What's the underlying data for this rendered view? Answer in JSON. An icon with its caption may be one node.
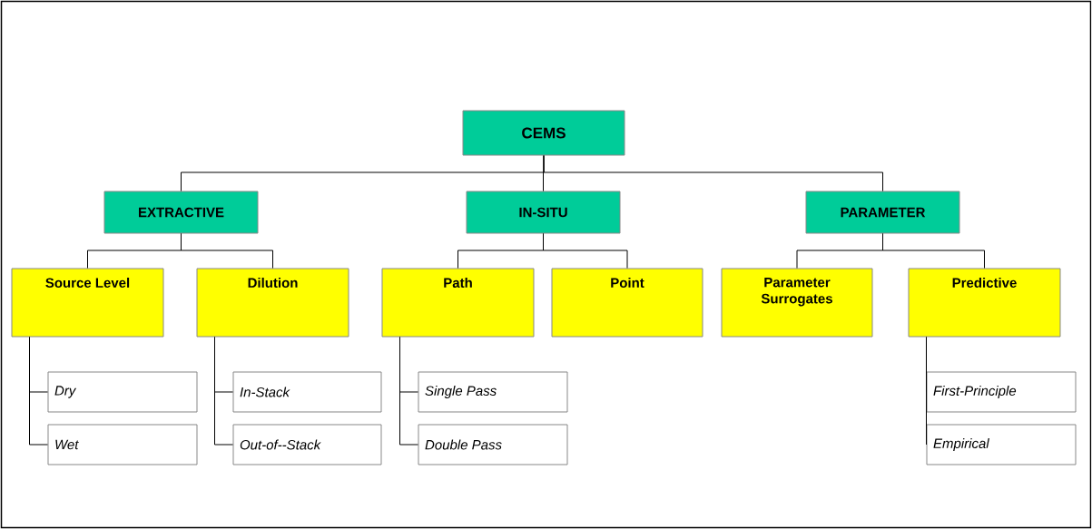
{
  "diagram": {
    "nodes": [
      {
        "text": [
          "CEMS"
        ]
      },
      {
        "text": [
          "EXTRACTIVE"
        ]
      },
      {
        "text": [
          "IN-SITU"
        ]
      },
      {
        "text": [
          "PARAMETER"
        ]
      },
      {
        "text": [
          "Source Level"
        ]
      },
      {
        "text": [
          "Dilution"
        ]
      },
      {
        "text": [
          "Path"
        ]
      },
      {
        "text": [
          "Point"
        ]
      },
      {
        "text": [
          "Parameter Surrogates"
        ]
      },
      {
        "text": [
          "Predictive"
        ]
      },
      {
        "text": [
          "Dry"
        ]
      },
      {
        "text": [
          "Wet"
        ]
      },
      {
        "text": [
          "In-Stack"
        ]
      },
      {
        "text": [
          "Out-of--Stack"
        ]
      },
      {
        "text": [
          "Single Pass"
        ]
      },
      {
        "text": [
          "Double Pass"
        ]
      },
      {
        "text": [
          "First-Principle"
        ]
      },
      {
        "text": [
          "Empirical"
        ]
      }
    ],
    "edges": [
      {
        "from": 0,
        "to": 1,
        "arrow": "none"
      },
      {
        "from": 0,
        "to": 2,
        "arrow": "none"
      },
      {
        "from": 0,
        "to": 3,
        "arrow": "none"
      },
      {
        "from": 1,
        "to": 4,
        "arrow": "none"
      },
      {
        "from": 1,
        "to": 5,
        "arrow": "none"
      },
      {
        "from": 2,
        "to": 6,
        "arrow": "none"
      },
      {
        "from": 2,
        "to": 7,
        "arrow": "none"
      },
      {
        "from": 3,
        "to": 8,
        "arrow": "none"
      },
      {
        "from": 3,
        "to": 9,
        "arrow": "none"
      },
      {
        "from": 4,
        "to": 10,
        "arrow": "none"
      },
      {
        "from": 4,
        "to": 11,
        "arrow": "none"
      },
      {
        "from": 5,
        "to": 12,
        "arrow": "none"
      },
      {
        "from": 5,
        "to": 13,
        "arrow": "none"
      },
      {
        "from": 6,
        "to": 14,
        "arrow": "none"
      },
      {
        "from": 6,
        "to": 15,
        "arrow": "none"
      },
      {
        "from": 9,
        "to": 16,
        "arrow": "none"
      },
      {
        "from": 9,
        "to": 17,
        "arrow": "none"
      }
    ]
  }
}
